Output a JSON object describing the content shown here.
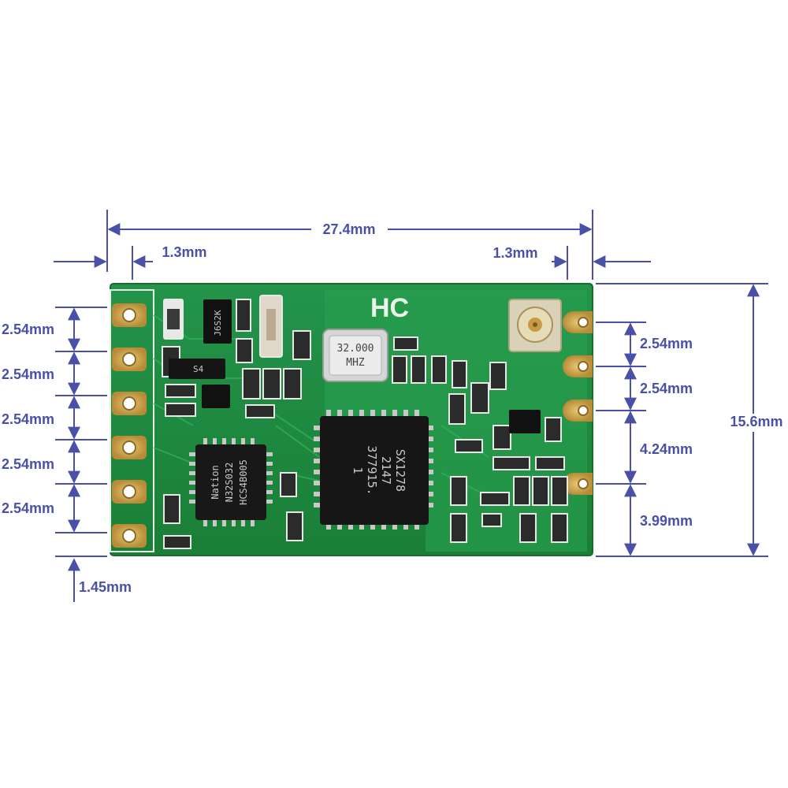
{
  "dimensions": {
    "overall_width": "27.4mm",
    "left_inset": "1.3mm",
    "right_inset": "1.3mm",
    "height": "15.6mm",
    "bottom_offset": "1.45mm",
    "left_pitches": [
      "2.54mm",
      "2.54mm",
      "2.54mm",
      "2.54mm",
      "2.54mm"
    ],
    "right_spacings": [
      "2.54mm",
      "2.54mm",
      "4.24mm",
      "3.99mm"
    ]
  },
  "board": {
    "logo": "HC",
    "crystal_line1": "32.000",
    "crystal_line2": "MHZ",
    "rf_chip_lines": [
      "SX1278",
      "2147",
      "377915.",
      "1"
    ],
    "mcu_lines": [
      "Nation",
      "N32S032",
      "HCS4B005"
    ],
    "transistor_mark": "J6S2K",
    "regulator_mark": "S4"
  },
  "colors": {
    "dimension_line": "#4a50a8",
    "pcb_green": "#1f8a3c",
    "silkscreen": "#f0f0f0",
    "pad_gold": "#c9a14a"
  }
}
